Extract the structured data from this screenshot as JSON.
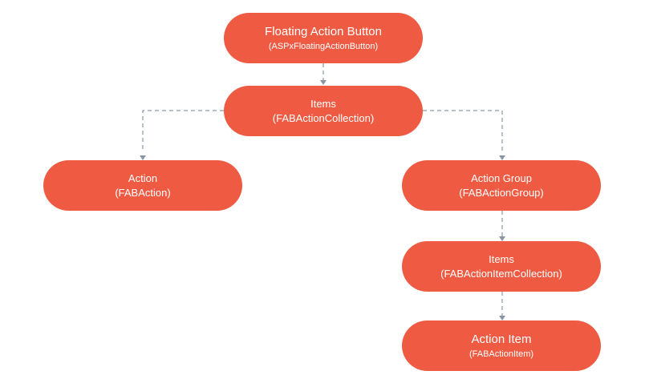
{
  "nodes": {
    "root": {
      "title": "Floating Action Button",
      "sub": "(ASPxFloatingActionButton)"
    },
    "items": {
      "title": "Items",
      "sub": "(FABActionCollection)"
    },
    "action": {
      "title": "Action",
      "sub": "(FABAction)"
    },
    "action_group": {
      "title": "Action Group",
      "sub": "(FABActionGroup)"
    },
    "group_items": {
      "title": "Items",
      "sub": "(FABActionItemCollection)"
    },
    "action_item": {
      "title": "Action Item",
      "sub": "(FABActionItem)"
    }
  },
  "colors": {
    "node_fill": "#ef5b42",
    "node_text": "#ffffff",
    "connector": "#8a96a3"
  }
}
